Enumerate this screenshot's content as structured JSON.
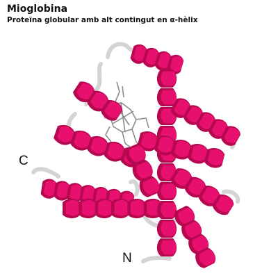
{
  "header": {
    "title": "Mioglobina",
    "subtitle": "Proteïna globular amb alt contingut en α-hèlix"
  },
  "labels": {
    "c_terminus": "C",
    "n_terminus": "N"
  },
  "colors": {
    "helix": "#e8106f",
    "helix_dark": "#b5084f",
    "coil": "#d4d4d4",
    "coil_edge": "#9a9a9a",
    "heme": "#8c8c8c"
  }
}
